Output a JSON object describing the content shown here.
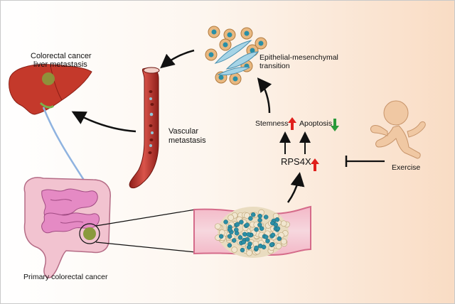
{
  "labels": {
    "liver_line1": "Colorectal cancer",
    "liver_line2": "liver metastasis",
    "emt_line1": "Epithelial-mesenchymal",
    "emt_line2": "transition",
    "vascular_line1": "Vascular",
    "vascular_line2": "metastasis",
    "stemness": "Stemness",
    "apoptosis": "Apoptosis",
    "rps4x": "RPS4X",
    "exercise": "Exercise",
    "primary": "Primary colorectal cancer"
  },
  "indicators": {
    "stemness": {
      "direction": "up",
      "color": "#e0201c"
    },
    "apoptosis": {
      "direction": "down",
      "color": "#2a9a3a"
    },
    "rps4x": {
      "direction": "up",
      "color": "#e0201c"
    }
  },
  "colors": {
    "liver": "#c4392b",
    "vessel": "#b8302a",
    "intestine": "#e58ac4",
    "tumor_cell": "#2a8fa6",
    "exercise_figure": "#f0c8a3",
    "arrow": "#111111"
  }
}
